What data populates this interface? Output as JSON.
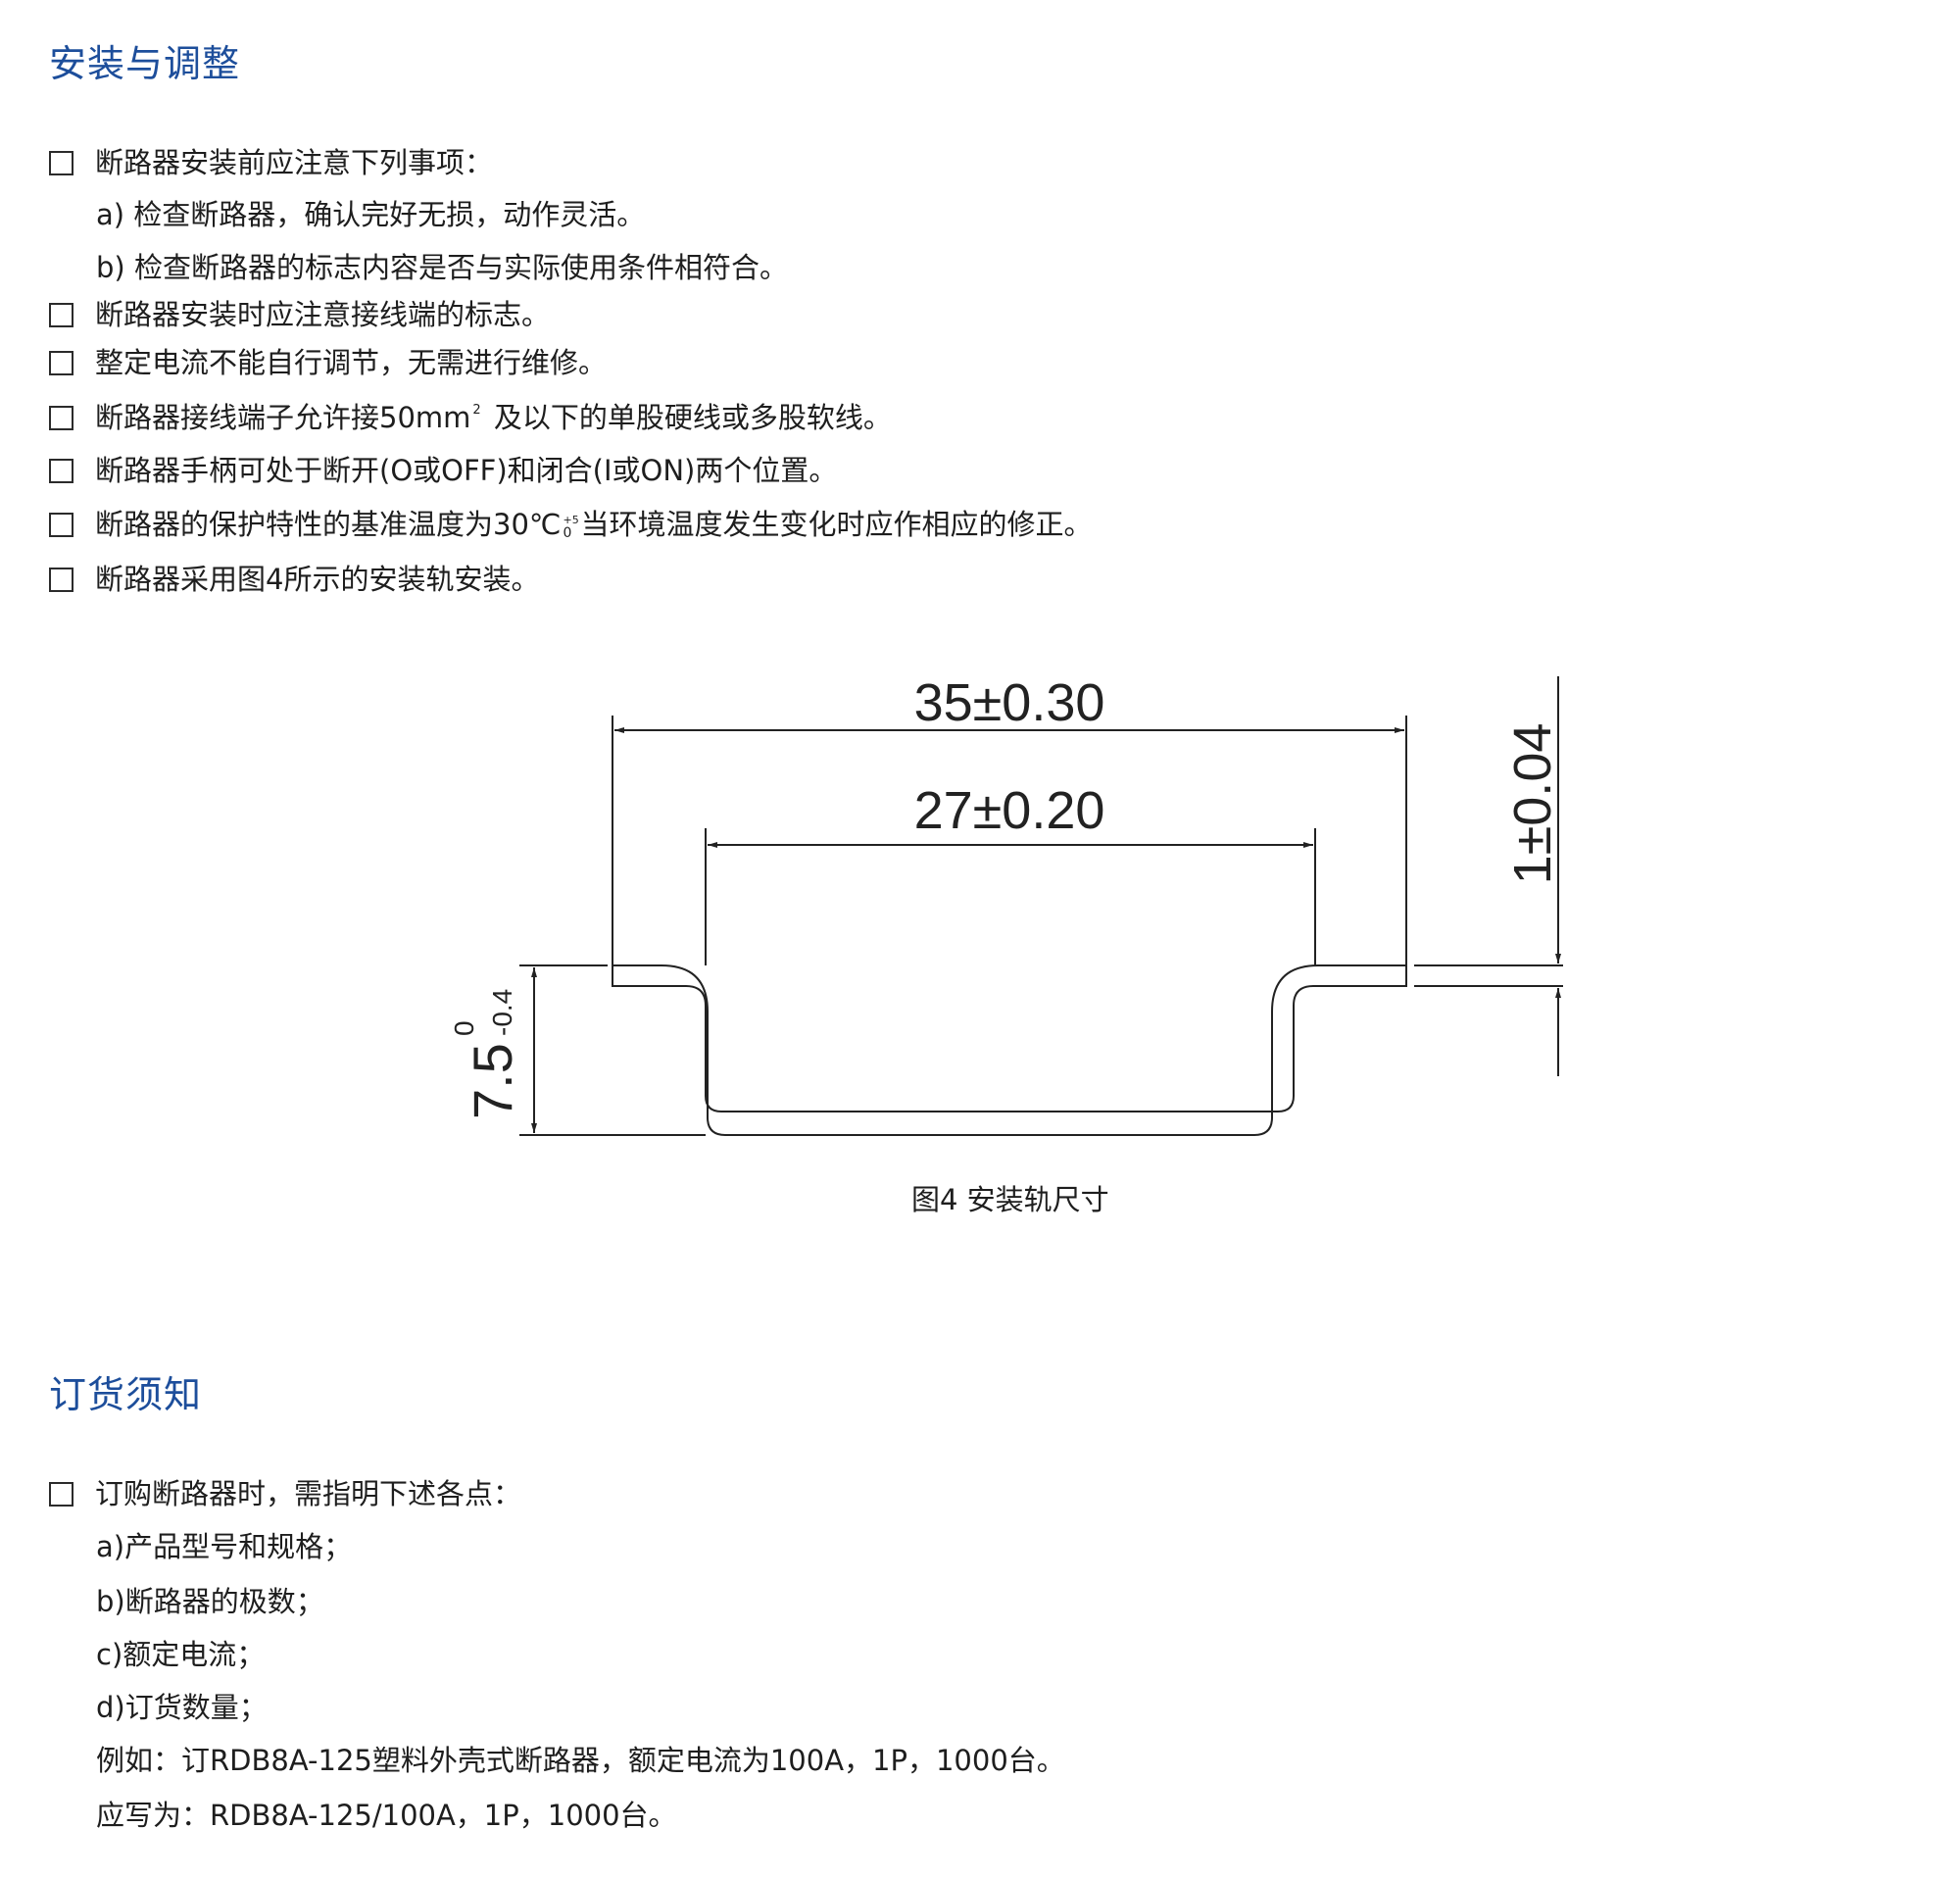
{
  "install": {
    "title": "安装与调整",
    "items": [
      {
        "text": "断路器安装前应注意下列事项："
      },
      {
        "text": "断路器安装时应注意接线端的标志。"
      },
      {
        "text": "整定电流不能自行调节，无需进行维修。"
      },
      {
        "text_a": "断路器接线端子允许接50mm",
        "sup": "2",
        "text_b": " 及以下的单股硬线或多股软线。"
      },
      {
        "text": "断路器手柄可处于断开(O或OFF)和闭合(I或ON)两个位置。"
      },
      {
        "text_a": "断路器的保护特性的基准温度为30℃",
        "tol_upper": "+5",
        "tol_lower": "0",
        "text_b": "当环境温度发生变化时应作相应的修正。"
      },
      {
        "text": "断路器采用图4所示的安装轨安装。"
      }
    ],
    "sub_items": [
      "a) 检查断路器，确认完好无损，动作灵活。",
      "b) 检查断路器的标志内容是否与实际使用条件相符合。"
    ]
  },
  "figure": {
    "dim_outer_width": "35±0.30",
    "dim_inner_width": "27±0.20",
    "dim_thickness": "1±0.04",
    "dim_depth_value": "7.5",
    "dim_depth_tol_upper": "0",
    "dim_depth_tol_lower": "-0.4",
    "caption": "图4 安装轨尺寸"
  },
  "order": {
    "title": "订货须知",
    "item": "订购断路器时，需指明下述各点：",
    "sub_items": [
      "a)产品型号和规格；",
      "b)断路器的极数；",
      "c)额定电流；",
      "d)订货数量；",
      "例如：订RDB8A-125塑料外壳式断路器，额定电流为100A，1P，1000台。",
      "应写为：RDB8A-125/100A，1P，1000台。"
    ]
  },
  "colors": {
    "heading": "#1d4e9b",
    "text": "#1e1e1e",
    "line": "#222222"
  }
}
